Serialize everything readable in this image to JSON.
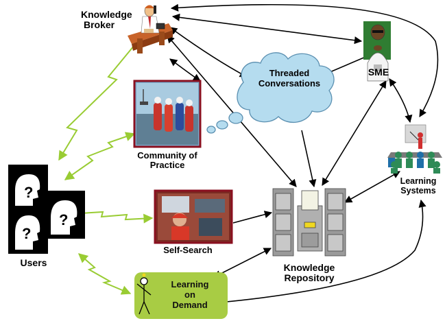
{
  "nodes": {
    "knowledge_broker": {
      "line1": "Knowledge",
      "line2": "Broker"
    },
    "sme": {
      "label": "SME"
    },
    "threaded_conversations": {
      "line1": "Threaded",
      "line2": "Conversations"
    },
    "community_of_practice": {
      "line1": "Community of",
      "line2": "Practice"
    },
    "learning_systems": {
      "line1": "Learning",
      "line2": "Systems"
    },
    "users": {
      "label": "Users",
      "glyph": "?"
    },
    "self_search": {
      "label": "Self-Search"
    },
    "knowledge_repository": {
      "line1": "Knowledge",
      "line2": "Repository"
    },
    "learning_on_demand": {
      "line1": "Learning",
      "line2": "on",
      "line3": "Demand"
    }
  },
  "colors": {
    "black_arrow": "#000000",
    "green_arrow": "#99cc33",
    "cloud_fill": "#b5dcef",
    "cloud_stroke": "#5a8fb0",
    "lod_box": "#a8cc44"
  }
}
